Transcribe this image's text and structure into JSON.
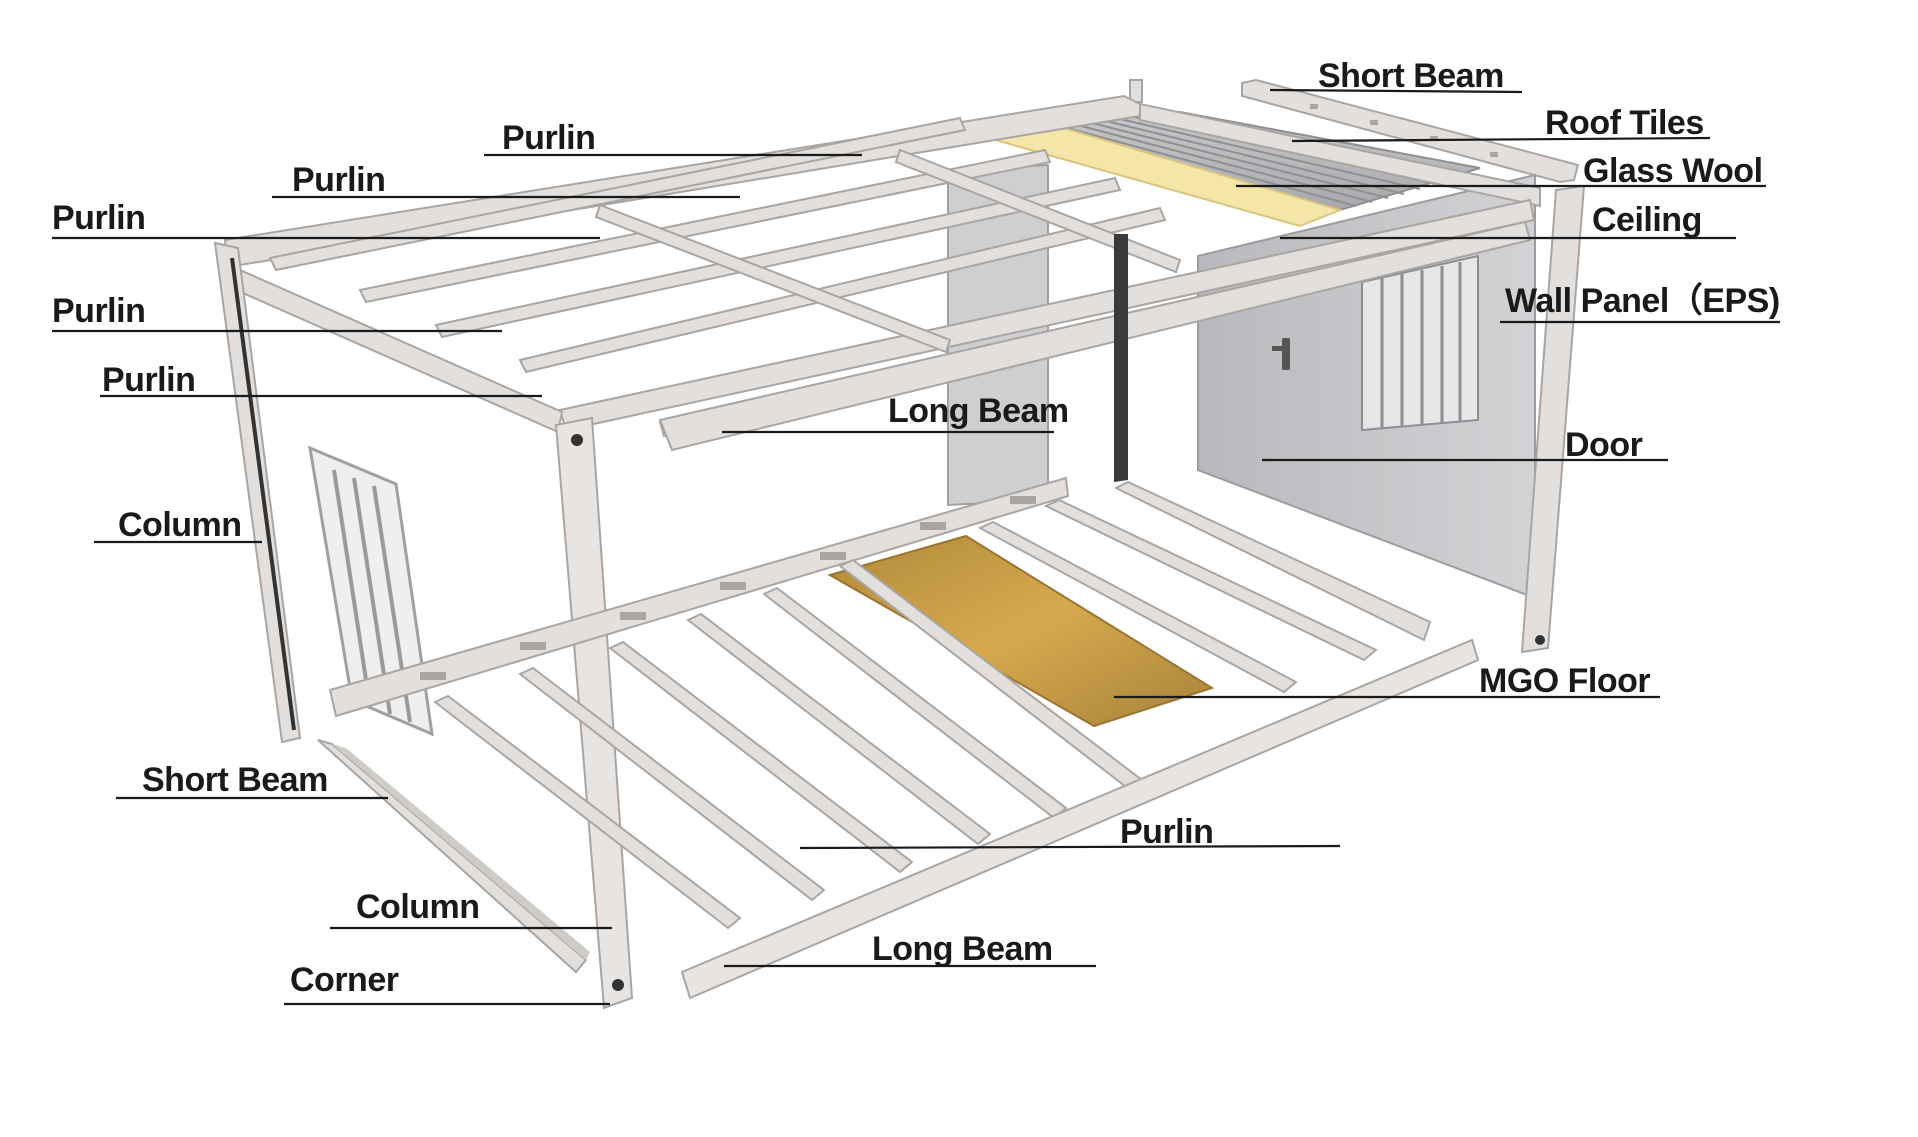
{
  "diagram": {
    "labels": {
      "short_beam_top": "Short Beam",
      "roof_tiles": "Roof Tiles",
      "glass_wool": "Glass Wool",
      "ceiling": "Ceiling",
      "wall_panel": "Wall Panel（EPS)",
      "door": "Door",
      "mgo_floor": "MGO Floor",
      "purlin_bottom": "Purlin",
      "long_beam_bottom": "Long Beam",
      "corner": "Corner",
      "column_bottom": "Column",
      "short_beam_left": "Short Beam",
      "column_left": "Column",
      "purlin_1": "Purlin",
      "purlin_2": "Purlin",
      "purlin_3": "Purlin",
      "purlin_4": "Purlin",
      "purlin_5": "Purlin",
      "long_beam_top": "Long Beam"
    },
    "colors": {
      "frame": "#e2dfdc",
      "frame_edge": "#a9a5a2",
      "floor_board": "#c79a45",
      "glass_wool": "#f3e6a8",
      "roof_tiles": "#b9b9bb",
      "wall_panel": "#c8c8cb",
      "text": "#1a1a1a"
    }
  }
}
